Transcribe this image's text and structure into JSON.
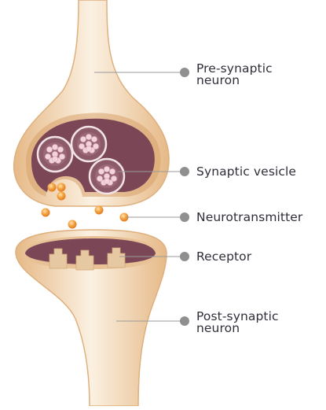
{
  "labels": {
    "pre_synaptic": [
      "Pre-synaptic",
      "neuron"
    ],
    "synaptic_vesicle": "Synaptic vesicle",
    "neurotransmitter": "Neurotransmitter",
    "receptor": "Receptor",
    "post_synaptic": [
      "Post-synaptic",
      "neuron"
    ]
  },
  "colors": {
    "neuron_fill": "#f1d8b4",
    "neuron_edge": "#dfb27e",
    "cytoplasm": "#7b4656",
    "vesicle": "#8c5a69",
    "vesicle_dot": "#f4d4dc",
    "neurotransmitter": "#f0a24a",
    "leader": "#9a9a9a",
    "leader_dot": "#8f8f8f",
    "text": "#2f2f3a"
  }
}
